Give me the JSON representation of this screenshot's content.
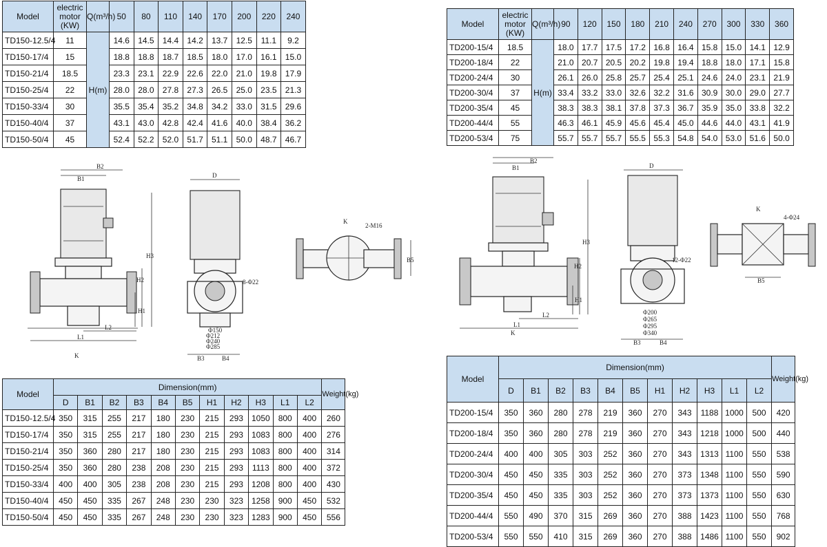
{
  "left": {
    "perf": {
      "h_model": "Model",
      "h_motor": "electric motor (KW)",
      "h_q": "Q(m³/h)",
      "h_unit": "H(m)",
      "flows": [
        "50",
        "80",
        "110",
        "140",
        "170",
        "200",
        "220",
        "240"
      ],
      "rows": [
        {
          "model": "TD150-12.5/4",
          "kw": "11",
          "vals": [
            "14.6",
            "14.5",
            "14.4",
            "14.2",
            "13.7",
            "12.5",
            "11.1",
            "9.2"
          ]
        },
        {
          "model": "TD150-17/4",
          "kw": "15",
          "vals": [
            "18.8",
            "18.8",
            "18.7",
            "18.5",
            "18.0",
            "17.0",
            "16.1",
            "15.0"
          ]
        },
        {
          "model": "TD150-21/4",
          "kw": "18.5",
          "vals": [
            "23.3",
            "23.1",
            "22.9",
            "22.6",
            "22.0",
            "21.0",
            "19.8",
            "17.9"
          ]
        },
        {
          "model": "TD150-25/4",
          "kw": "22",
          "vals": [
            "28.0",
            "28.0",
            "27.8",
            "27.3",
            "26.5",
            "25.0",
            "23.5",
            "21.3"
          ]
        },
        {
          "model": "TD150-33/4",
          "kw": "30",
          "vals": [
            "35.5",
            "35.4",
            "35.2",
            "34.8",
            "34.2",
            "33.0",
            "31.5",
            "29.6"
          ]
        },
        {
          "model": "TD150-40/4",
          "kw": "37",
          "vals": [
            "43.1",
            "43.0",
            "42.8",
            "42.4",
            "41.6",
            "40.0",
            "38.4",
            "36.2"
          ]
        },
        {
          "model": "TD150-50/4",
          "kw": "45",
          "vals": [
            "52.4",
            "52.2",
            "52.0",
            "51.7",
            "51.1",
            "50.0",
            "48.7",
            "46.7"
          ]
        }
      ]
    },
    "dims": {
      "h_model": "Model",
      "h_dim": "Dimension(mm)",
      "h_weight": "Weight(kg)",
      "cols": [
        "D",
        "B1",
        "B2",
        "B3",
        "B4",
        "B5",
        "H1",
        "H2",
        "H3",
        "L1",
        "L2"
      ],
      "rows": [
        {
          "model": "TD150-12.5/4",
          "vals": [
            "350",
            "315",
            "255",
            "217",
            "180",
            "230",
            "215",
            "293",
            "1050",
            "800",
            "400",
            "260"
          ]
        },
        {
          "model": "TD150-17/4",
          "vals": [
            "350",
            "315",
            "255",
            "217",
            "180",
            "230",
            "215",
            "293",
            "1083",
            "800",
            "400",
            "276"
          ]
        },
        {
          "model": "TD150-21/4",
          "vals": [
            "350",
            "360",
            "280",
            "217",
            "180",
            "230",
            "215",
            "293",
            "1083",
            "800",
            "400",
            "314"
          ]
        },
        {
          "model": "TD150-25/4",
          "vals": [
            "350",
            "360",
            "280",
            "238",
            "208",
            "230",
            "215",
            "293",
            "1113",
            "800",
            "400",
            "372"
          ]
        },
        {
          "model": "TD150-33/4",
          "vals": [
            "400",
            "400",
            "305",
            "238",
            "208",
            "230",
            "215",
            "293",
            "1208",
            "800",
            "400",
            "430"
          ]
        },
        {
          "model": "TD150-40/4",
          "vals": [
            "450",
            "450",
            "335",
            "267",
            "248",
            "230",
            "230",
            "323",
            "1258",
            "900",
            "450",
            "532"
          ]
        },
        {
          "model": "TD150-50/4",
          "vals": [
            "450",
            "450",
            "335",
            "267",
            "248",
            "230",
            "230",
            "323",
            "1283",
            "900",
            "450",
            "556"
          ]
        }
      ]
    },
    "drawing": {
      "b1": "B1",
      "b2": "B2",
      "h1": "H1",
      "h2": "H2",
      "h3": "H3",
      "l1": "L1",
      "l2": "L2",
      "k": "K",
      "d": "D",
      "b3": "B3",
      "b4": "B4",
      "b5": "B5",
      "bolts": "8-Φ22",
      "holes": "2-M16",
      "k2": "K",
      "c1": "Φ150",
      "c2": "Φ212",
      "c3": "Φ240",
      "c4": "Φ285"
    }
  },
  "right": {
    "perf": {
      "h_model": "Model",
      "h_motor": "electric motor (KW)",
      "h_q": "Q(m³/h)",
      "h_unit": "H(m)",
      "flows": [
        "90",
        "120",
        "150",
        "180",
        "210",
        "240",
        "270",
        "300",
        "330",
        "360"
      ],
      "rows": [
        {
          "model": "TD200-15/4",
          "kw": "18.5",
          "vals": [
            "18.0",
            "17.7",
            "17.5",
            "17.2",
            "16.8",
            "16.4",
            "15.8",
            "15.0",
            "14.1",
            "12.9"
          ]
        },
        {
          "model": "TD200-18/4",
          "kw": "22",
          "vals": [
            "21.0",
            "20.7",
            "20.5",
            "20.2",
            "19.8",
            "19.4",
            "18.8",
            "18.0",
            "17.1",
            "15.8"
          ]
        },
        {
          "model": "TD200-24/4",
          "kw": "30",
          "vals": [
            "26.1",
            "26.0",
            "25.8",
            "25.7",
            "25.4",
            "25.1",
            "24.6",
            "24.0",
            "23.1",
            "21.9"
          ]
        },
        {
          "model": "TD200-30/4",
          "kw": "37",
          "vals": [
            "33.4",
            "33.2",
            "33.0",
            "32.6",
            "32.2",
            "31.6",
            "30.9",
            "30.0",
            "29.0",
            "27.7"
          ]
        },
        {
          "model": "TD200-35/4",
          "kw": "45",
          "vals": [
            "38.3",
            "38.3",
            "38.1",
            "37.8",
            "37.3",
            "36.7",
            "35.9",
            "35.0",
            "33.8",
            "32.2"
          ]
        },
        {
          "model": "TD200-44/4",
          "kw": "55",
          "vals": [
            "46.3",
            "46.1",
            "45.9",
            "45.6",
            "45.4",
            "45.0",
            "44.6",
            "44.0",
            "43.1",
            "41.9"
          ]
        },
        {
          "model": "TD200-53/4",
          "kw": "75",
          "vals": [
            "55.7",
            "55.7",
            "55.7",
            "55.5",
            "55.3",
            "54.8",
            "54.0",
            "53.0",
            "51.6",
            "50.0"
          ]
        }
      ]
    },
    "dims": {
      "h_model": "Model",
      "h_dim": "Dimension(mm)",
      "h_weight": "Weight(kg)",
      "cols": [
        "D",
        "B1",
        "B2",
        "B3",
        "B4",
        "B5",
        "H1",
        "H2",
        "H3",
        "L1",
        "L2"
      ],
      "rows": [
        {
          "model": "TD200-15/4",
          "vals": [
            "350",
            "360",
            "280",
            "278",
            "219",
            "360",
            "270",
            "343",
            "1188",
            "1000",
            "500",
            "420"
          ]
        },
        {
          "model": "TD200-18/4",
          "vals": [
            "350",
            "360",
            "280",
            "278",
            "219",
            "360",
            "270",
            "343",
            "1218",
            "1000",
            "500",
            "440"
          ]
        },
        {
          "model": "TD200-24/4",
          "vals": [
            "400",
            "400",
            "305",
            "303",
            "252",
            "360",
            "270",
            "343",
            "1313",
            "1100",
            "550",
            "538"
          ]
        },
        {
          "model": "TD200-30/4",
          "vals": [
            "450",
            "450",
            "335",
            "303",
            "252",
            "360",
            "270",
            "373",
            "1348",
            "1100",
            "550",
            "590"
          ]
        },
        {
          "model": "TD200-35/4",
          "vals": [
            "450",
            "450",
            "335",
            "303",
            "252",
            "360",
            "270",
            "373",
            "1373",
            "1100",
            "550",
            "630"
          ]
        },
        {
          "model": "TD200-44/4",
          "vals": [
            "550",
            "490",
            "370",
            "315",
            "269",
            "360",
            "270",
            "388",
            "1423",
            "1100",
            "550",
            "768"
          ]
        },
        {
          "model": "TD200-53/4",
          "vals": [
            "550",
            "550",
            "410",
            "315",
            "269",
            "360",
            "270",
            "388",
            "1486",
            "1100",
            "550",
            "902"
          ]
        }
      ]
    },
    "drawing": {
      "b1": "B1",
      "b2": "B2",
      "h1": "H1",
      "h2": "H2",
      "h3": "H3",
      "l1": "L1",
      "l2": "L2",
      "k": "K",
      "d": "D",
      "b3": "B3",
      "b4": "B4",
      "b5": "B5",
      "bolts": "12-Φ22",
      "holes": "4-Φ24",
      "k2": "K",
      "c1": "Φ200",
      "c2": "Φ265",
      "c3": "Φ295",
      "c4": "Φ340"
    }
  }
}
